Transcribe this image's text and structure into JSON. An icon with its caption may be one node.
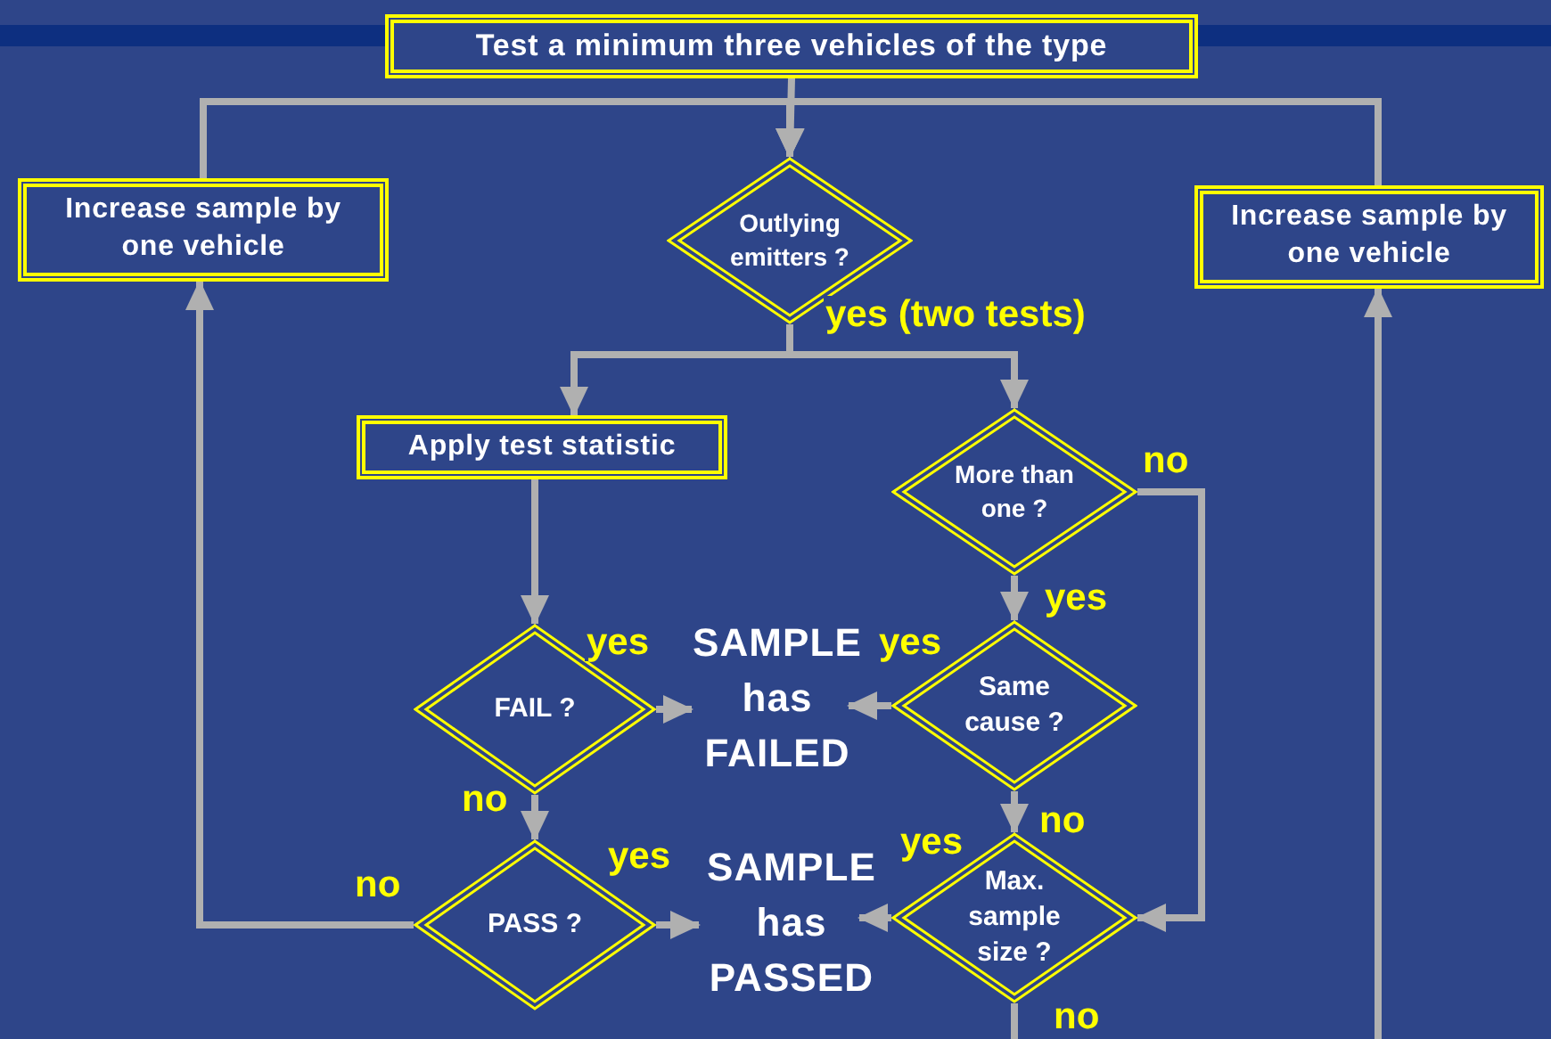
{
  "diagram": {
    "nodes": [
      {
        "text": [
          "Test a minimum three vehicles of the type"
        ]
      },
      {
        "text": [
          "Increase sample by one vehicle"
        ]
      },
      {
        "text": [
          "Outlying emitters ?"
        ]
      },
      {
        "text": [
          "Increase sample by one vehicle"
        ]
      },
      {
        "text": [
          "Apply test statistic"
        ]
      },
      {
        "text": [
          "More than one ?"
        ]
      },
      {
        "text": [
          "FAIL ?"
        ]
      },
      {
        "text": [
          "SAMPLE has FAILED"
        ]
      },
      {
        "text": [
          "Same cause ?"
        ]
      },
      {
        "text": [
          "PASS ?"
        ]
      },
      {
        "text": [
          "SAMPLE has PASSED"
        ]
      },
      {
        "text": [
          "Max. sample size ?"
        ]
      }
    ],
    "edges": [
      {
        "from": 0,
        "to": 2,
        "arrow": "to"
      },
      {
        "from": 1,
        "to": 2,
        "arrow": "to"
      },
      {
        "from": 3,
        "to": 2,
        "arrow": "to"
      },
      {
        "from": 2,
        "to": 4,
        "arrow": "to",
        "label": "yes (two tests)"
      },
      {
        "from": 2,
        "to": 5,
        "arrow": "to"
      },
      {
        "from": 4,
        "to": 6,
        "arrow": "to"
      },
      {
        "from": 6,
        "to": 7,
        "arrow": "to",
        "label": "yes"
      },
      {
        "from": 6,
        "to": 9,
        "arrow": "to",
        "label": "no"
      },
      {
        "from": 9,
        "to": 10,
        "arrow": "to",
        "label": "yes"
      },
      {
        "from": 9,
        "to": 1,
        "arrow": "to",
        "label": "no"
      },
      {
        "from": 5,
        "to": 8,
        "arrow": "to",
        "label": "yes"
      },
      {
        "from": 5,
        "to": 11,
        "arrow": "to",
        "label": "no"
      },
      {
        "from": 8,
        "to": 7,
        "arrow": "to",
        "label": "yes"
      },
      {
        "from": 8,
        "to": 11,
        "arrow": "to",
        "label": "no"
      },
      {
        "from": 11,
        "to": 10,
        "arrow": "to",
        "label": "yes"
      },
      {
        "from": 11,
        "to": 3,
        "arrow": "to",
        "label": "no"
      }
    ]
  }
}
